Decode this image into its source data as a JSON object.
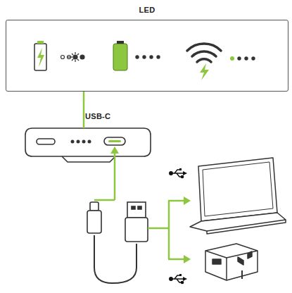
{
  "diagram": {
    "nodes": [
      {
        "text": [
          "LED"
        ]
      },
      {
        "text": [
          "USB-C"
        ]
      }
    ],
    "edges": [
      {
        "from": 0,
        "to": 1,
        "arrow": "none"
      }
    ]
  }
}
